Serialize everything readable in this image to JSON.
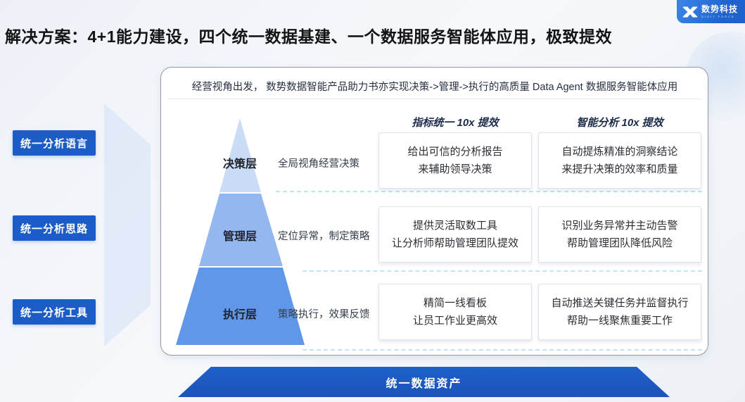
{
  "page": {
    "title": "解决方案：4+1能力建设，四个统一数据基建、一个数据服务智能体应用，极致提效"
  },
  "logo": {
    "name": "数势科技",
    "subtitle": "DIGIT FORCE"
  },
  "panel": {
    "header": "经营视角出发， 数势数据智能产品助力书亦实现决策->管理->执行的高质量 Data Agent 数据服务智能体应用"
  },
  "sidebar": {
    "items": [
      {
        "label": "统一分析语言"
      },
      {
        "label": "统一分析思路"
      },
      {
        "label": "统一分析工具"
      }
    ]
  },
  "pyramid": {
    "layers": [
      {
        "label": "决策层",
        "caption": "全局视角经营决策"
      },
      {
        "label": "管理层",
        "caption": "定位异常，制定策略"
      },
      {
        "label": "执行层",
        "caption": "策略执行，效果反馈"
      }
    ]
  },
  "columns": [
    {
      "header": "指标统一 10x 提效",
      "cells": [
        {
          "line1": "给出可信的分析报告",
          "line2": "来辅助领导决策"
        },
        {
          "line1": "提供灵活取数工具",
          "line2": "让分析师帮助管理团队提效"
        },
        {
          "line1": "精简一线看板",
          "line2": "让员工作业更高效"
        }
      ]
    },
    {
      "header": "智能分析 10x 提效",
      "cells": [
        {
          "line1": "自动提炼精准的洞察结论",
          "line2": "来提升决策的效率和质量"
        },
        {
          "line1": "识别业务异常并主动告警",
          "line2": "帮助管理团队降低风险"
        },
        {
          "line1": "自动推送关键任务并监督执行",
          "line2": "帮助一线聚焦重要工作"
        }
      ]
    }
  ],
  "footer": {
    "banner": "统一数据资产"
  },
  "colors": {
    "accent_blue": "#1c5cc6",
    "banner_blue": "#1e58c2",
    "pyramid_top": "#cbdcf6",
    "pyramid_mid": "#93b7ee",
    "pyramid_bottom": "#6097e8",
    "column_header_text": "#1c2b4a",
    "dashed_line": "#b7dff4"
  }
}
